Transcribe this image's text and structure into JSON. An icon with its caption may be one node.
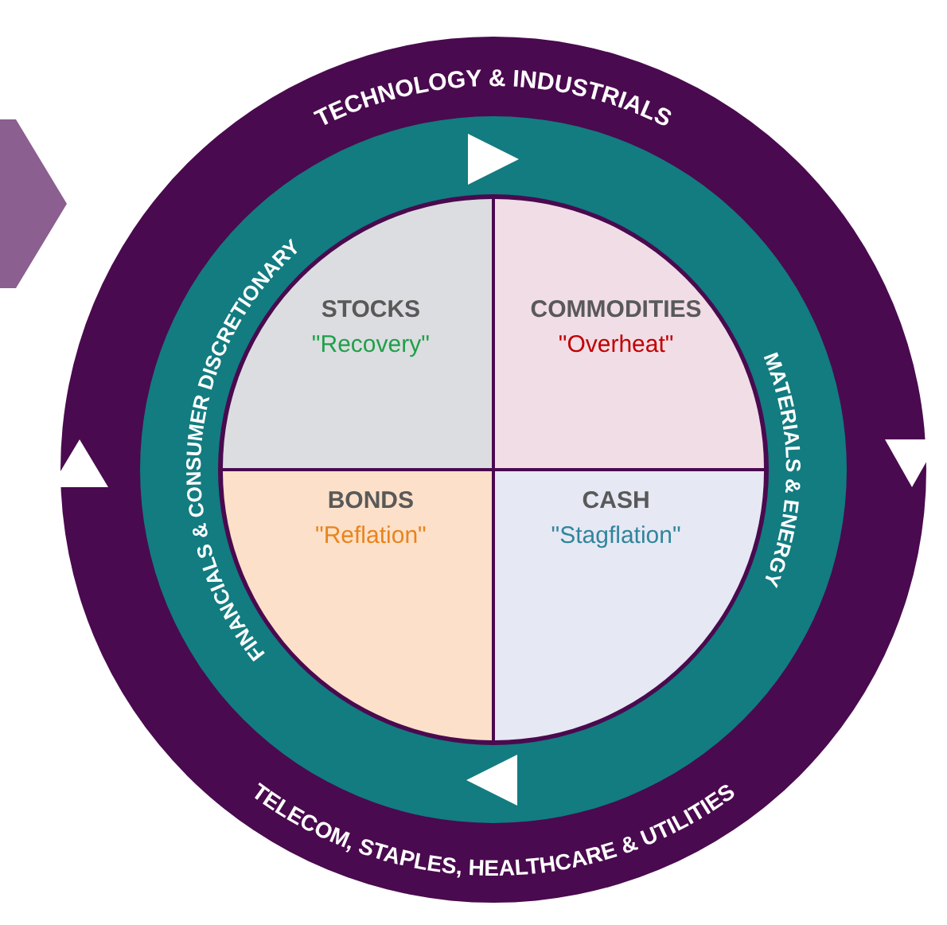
{
  "diagram": {
    "nodes": [
      {
        "text": [
          "STOCKS",
          "\"Recovery\""
        ]
      },
      {
        "text": [
          "COMMODITIES",
          "\"Overheat\""
        ]
      },
      {
        "text": [
          "BONDS",
          "\"Reflation\""
        ]
      },
      {
        "text": [
          "CASH",
          "\"Stagflation\""
        ]
      },
      {
        "text": [],
        "shape": "chevron"
      }
    ],
    "labels": [
      "TECHNOLOGY & INDUSTRIALS",
      "FINANCIALS & CONSUMER DISCRETIONARY",
      "MATERIALS & ENERGY",
      "TELECOM, STAPLES, HEALTHCARE & UTILITIES"
    ]
  }
}
